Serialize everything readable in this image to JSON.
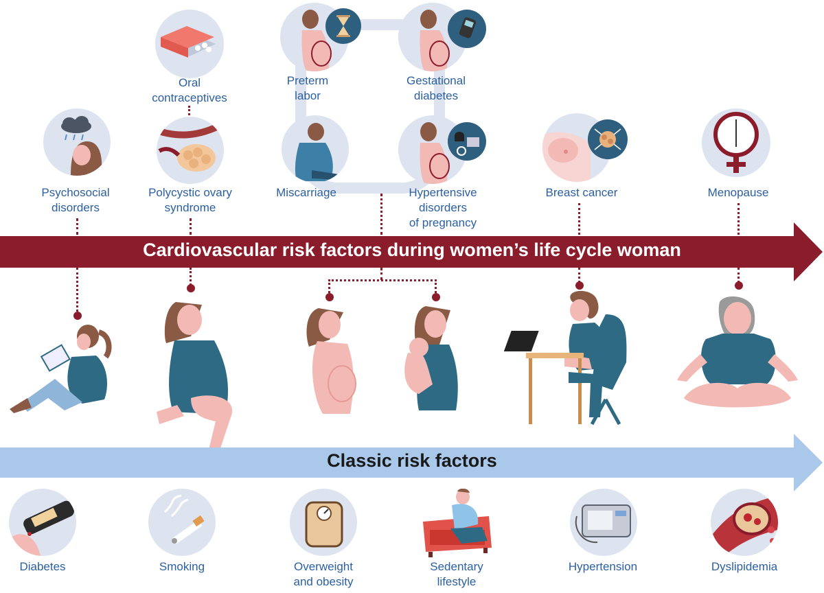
{
  "main_arrow": {
    "title": "Cardiovascular risk factors during women’s life cycle woman",
    "color": "#8b1c2b"
  },
  "classic_arrow": {
    "title": "Classic risk factors",
    "color": "#a9c8ea"
  },
  "top_factors": {
    "psychosocial": [
      "Psychosocial",
      "disorders"
    ],
    "oral": [
      "Oral",
      "contraceptives"
    ],
    "pcos": [
      "Polycystic ovary",
      "syndrome"
    ],
    "preterm": [
      "Preterm",
      "labor"
    ],
    "gestational": [
      "Gestational",
      "diabetes"
    ],
    "miscarriage": [
      "Miscarriage"
    ],
    "hypertensive": [
      "Hypertensive",
      "disorders",
      "of pregnancy"
    ],
    "breast": [
      "Breast cancer"
    ],
    "menopause": [
      "Menopause"
    ]
  },
  "classic_factors": {
    "diabetes": [
      "Diabetes"
    ],
    "smoking": [
      "Smoking"
    ],
    "overweight": [
      "Overweight",
      "and obesity"
    ],
    "sedentary": [
      "Sedentary",
      "lifestyle"
    ],
    "hypertension": [
      "Hypertension"
    ],
    "dyslipidemia": [
      "Dyslipidemia"
    ]
  },
  "icons": [
    "cloud-rain-icon",
    "pill-pack-icon",
    "ovary-icon",
    "hourglass-icon",
    "glucose-meter-icon",
    "blood-pressure-icon",
    "breast-icon",
    "clock-icon",
    "venus-icon",
    "glucometer-icon",
    "cigarette-icon",
    "scale-icon",
    "armchair-icon",
    "bp-monitor-icon",
    "artery-icon"
  ]
}
